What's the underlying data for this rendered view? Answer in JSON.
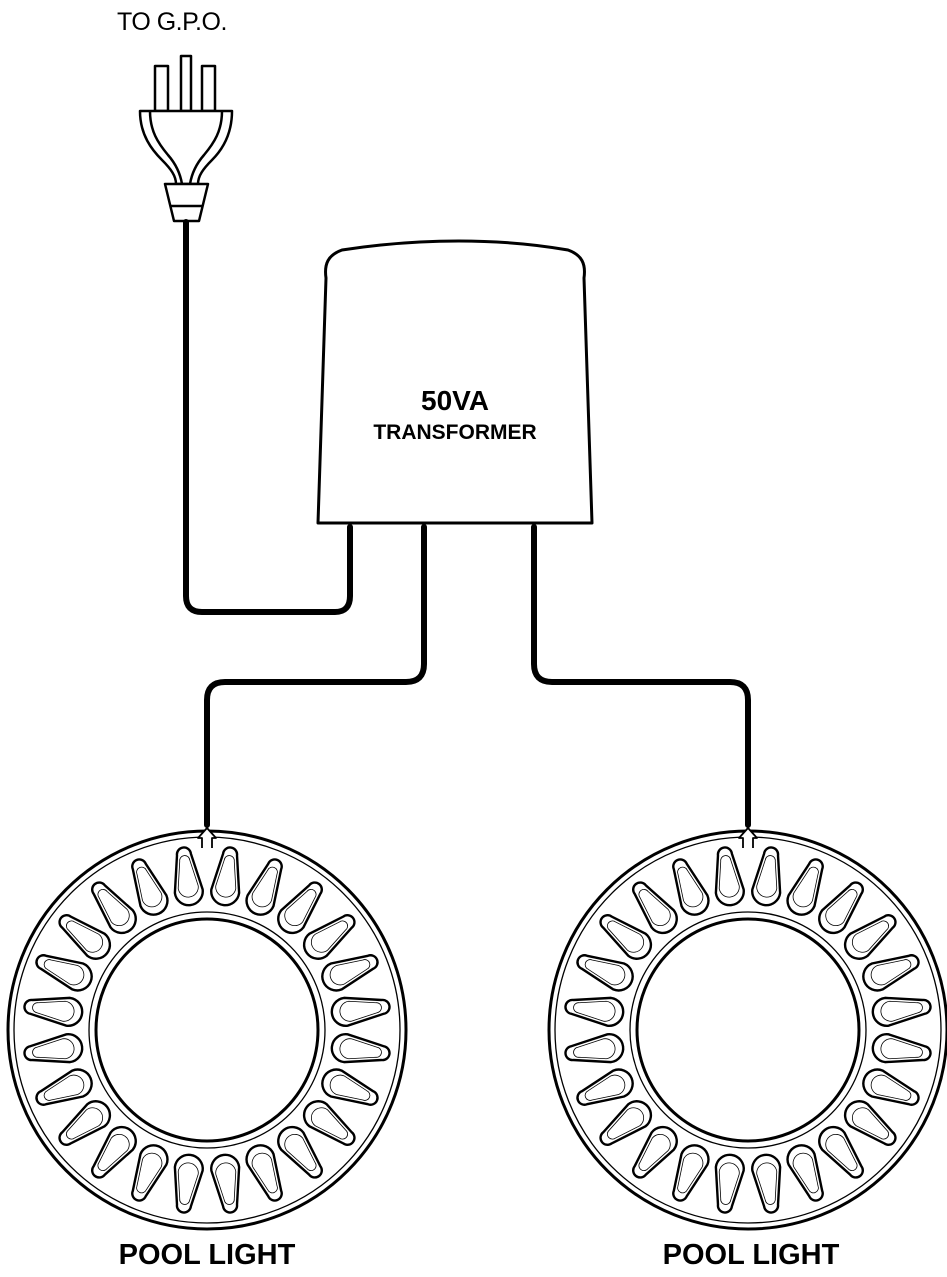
{
  "labels": {
    "gpo": "TO G.P.O.",
    "transformer_rating": "50VA",
    "transformer_name": "TRANSFORMER"
  },
  "lights": [
    {
      "label": "POOL LIGHT"
    },
    {
      "label": "POOL LIGHT"
    }
  ],
  "colors": {
    "line": "#000000",
    "background": "#ffffff"
  },
  "icons": [
    "plug-icon",
    "transformer-icon",
    "pool-light-icon",
    "arrow-up-icon"
  ]
}
